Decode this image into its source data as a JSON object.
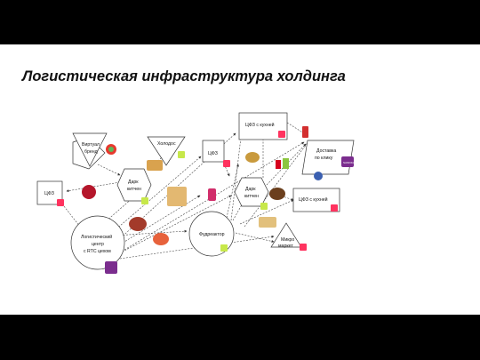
{
  "slide": {
    "title": "Логистическая инфраструктура холдинга"
  },
  "nodes": {
    "virtual_brand": [
      "Виртуал",
      "бренд"
    ],
    "kholodos": "Холодос",
    "tsfz_top": "ЦФЗ",
    "tsfz_kitchen_top": "ЦФЗ с кухней",
    "delivery": [
      "Доставка",
      "по клику"
    ],
    "tsfz_left": "ЦФЗ",
    "dark_kitchen_left": [
      "Дарк",
      "китчен"
    ],
    "dark_kitchen_right": [
      "Дарк",
      "китчен"
    ],
    "tsfz_kitchen_right": "ЦФЗ с кухней",
    "logistics": [
      "Логистический",
      "центр",
      "с RTC цехом"
    ],
    "foodreactor": "Фудреактор",
    "micromarket": [
      "Микро",
      "маркет"
    ]
  },
  "badges": {
    "brand_text": "SAMOKAT"
  },
  "colors": {
    "accent": "#ff335f",
    "brand": "#7b2d8e",
    "lime": "#c7e84a"
  }
}
